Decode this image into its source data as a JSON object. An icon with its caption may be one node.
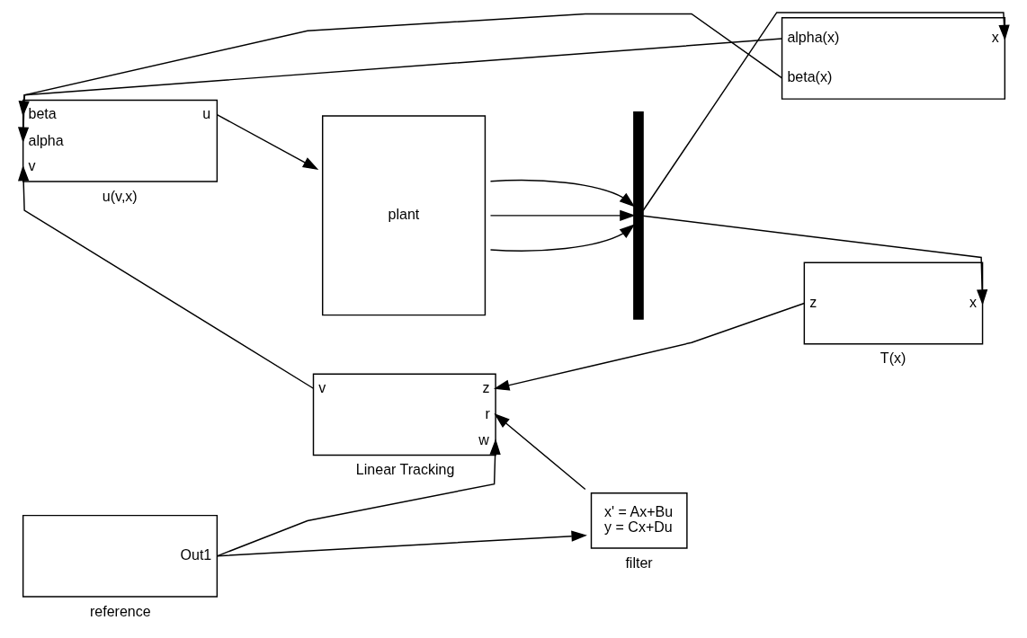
{
  "diagram": {
    "nodes": [
      {
        "text": [
          "beta",
          "alpha",
          "v",
          "u"
        ],
        "beside": [
          "u(v,x)"
        ]
      },
      {
        "text": [
          "plant"
        ]
      },
      {
        "text": [],
        "shape": "bar"
      },
      {
        "text": [
          "z",
          "x"
        ],
        "beside": [
          "T(x)"
        ]
      },
      {
        "text": [
          "v",
          "z",
          "r",
          "w"
        ],
        "beside": [
          "Linear Tracking"
        ]
      },
      {
        "text": [
          "Out1"
        ],
        "beside": [
          "reference"
        ]
      },
      {
        "text": [
          "x' = Ax+Bu",
          "y = Cx+Du"
        ],
        "beside": [
          "filter"
        ]
      },
      {
        "text": [
          "alpha(x)",
          "beta(x)",
          "x"
        ]
      }
    ],
    "edges": [
      {
        "from": 0,
        "to": 1,
        "arrow": "to"
      },
      {
        "from": 1,
        "to": 2,
        "arrow": "to"
      },
      {
        "from": 1,
        "to": 2,
        "arrow": "to"
      },
      {
        "from": 1,
        "to": 2,
        "arrow": "to"
      },
      {
        "from": 2,
        "to": 3,
        "arrow": "to"
      },
      {
        "from": 2,
        "to": 7,
        "arrow": "to"
      },
      {
        "from": 3,
        "to": 4,
        "arrow": "to"
      },
      {
        "from": 6,
        "to": 4,
        "arrow": "to"
      },
      {
        "from": 5,
        "to": 4,
        "arrow": "to"
      },
      {
        "from": 5,
        "to": 6,
        "arrow": "to"
      },
      {
        "from": 4,
        "to": 0,
        "arrow": "to"
      },
      {
        "from": 7,
        "to": 0,
        "arrow": "to"
      },
      {
        "from": 7,
        "to": 0,
        "arrow": "to"
      }
    ]
  }
}
